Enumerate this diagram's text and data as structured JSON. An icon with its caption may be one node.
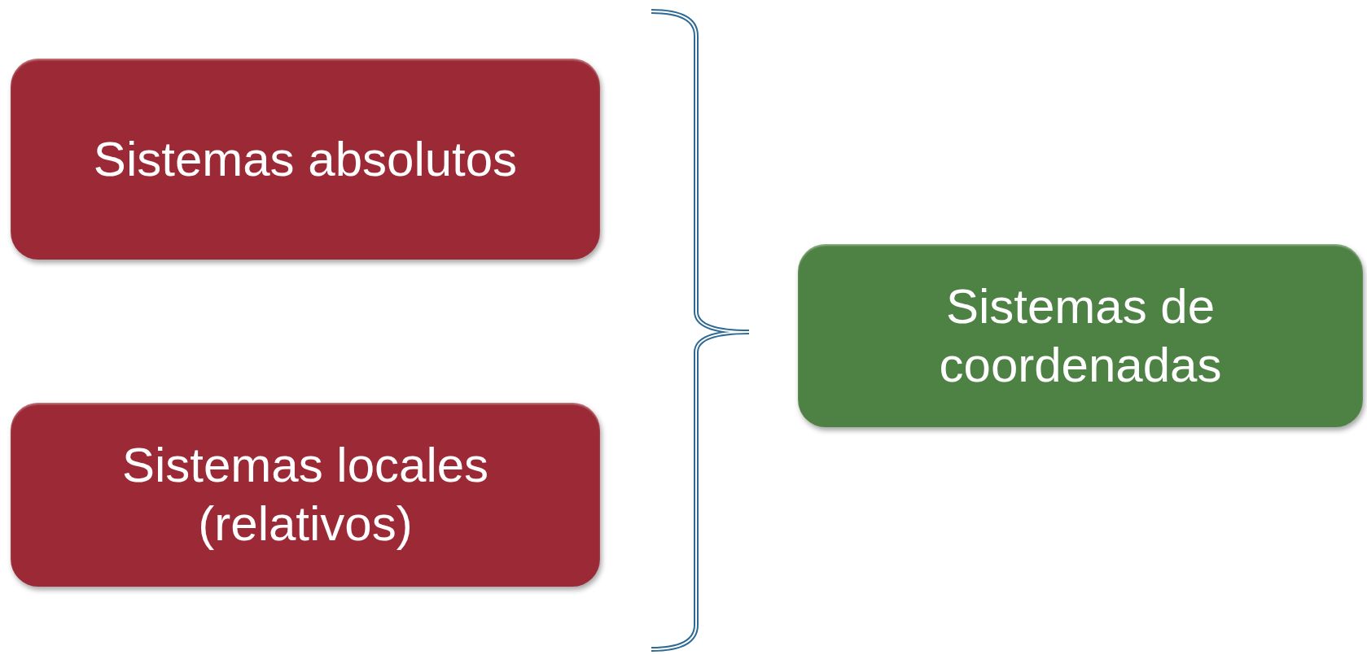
{
  "diagram": {
    "nodes": [
      {
        "text": [
          "Sistemas absolutos"
        ]
      },
      {
        "text": [
          "Sistemas locales (relativos)"
        ]
      },
      {
        "text": [
          "Sistemas de coordenadas"
        ]
      }
    ]
  }
}
